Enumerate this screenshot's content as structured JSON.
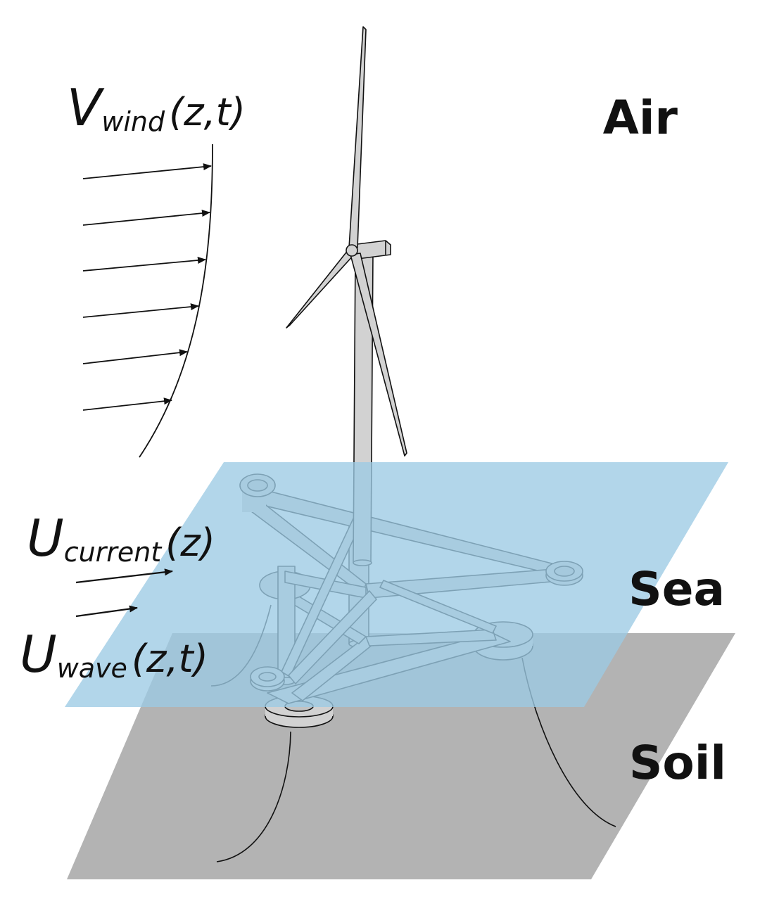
{
  "labels": {
    "air": "Air",
    "sea": "Sea",
    "soil": "Soil",
    "wind_main": "V",
    "wind_sub": "wind",
    "wind_args": "(z,t)",
    "current_main": "U",
    "current_sub": "current",
    "current_args": "(z)",
    "wave_main": "U",
    "wave_sub": "wave",
    "wave_args": "(z,t)"
  },
  "colors": {
    "sea_plane": "#9ccbe4",
    "soil_plane": "#b3b3b3",
    "structure_fill": "#d2d2d2",
    "structure_stroke": "#111111",
    "text": "#111111"
  },
  "icons": {
    "turbine": "wind-turbine-icon",
    "platform": "semi-submersible-platform-icon",
    "arrow": "arrow-right-icon"
  }
}
